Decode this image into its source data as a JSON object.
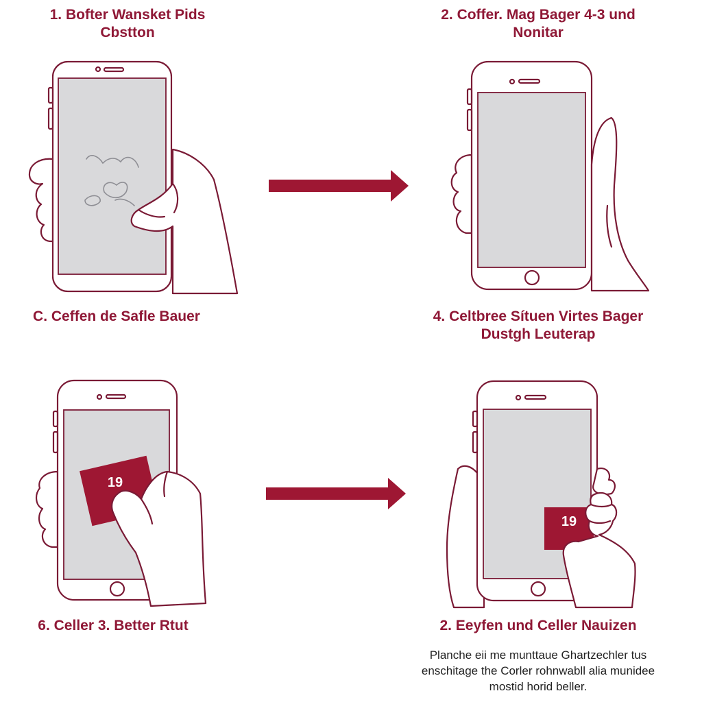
{
  "steps": [
    {
      "title": "1. Bofter Wansket Pids\nCbstton"
    },
    {
      "title": "2. Coffer. Mag Bager 4-3 und\nNonitar"
    },
    {
      "title": "C. Ceffen de Safle Bauer"
    },
    {
      "title": "4. Celtbree Sítuen Virtes Bager\nDustgh Leuterap"
    },
    {
      "title": "6. Celler 3. Better Rtut"
    },
    {
      "title": "2. Eeyfen und Celler Nauizen"
    }
  ],
  "sticker_label_1": "19",
  "sticker_label_2": "19",
  "footnote": "Planche eii me munttaue Ghartzechler tus\nenschitage the Corler rohnwabll alia munidee\nmostid horid beller.",
  "colors": {
    "accent": "#9e1733",
    "screen": "#d9d9db",
    "outline": "#7a1a35"
  }
}
